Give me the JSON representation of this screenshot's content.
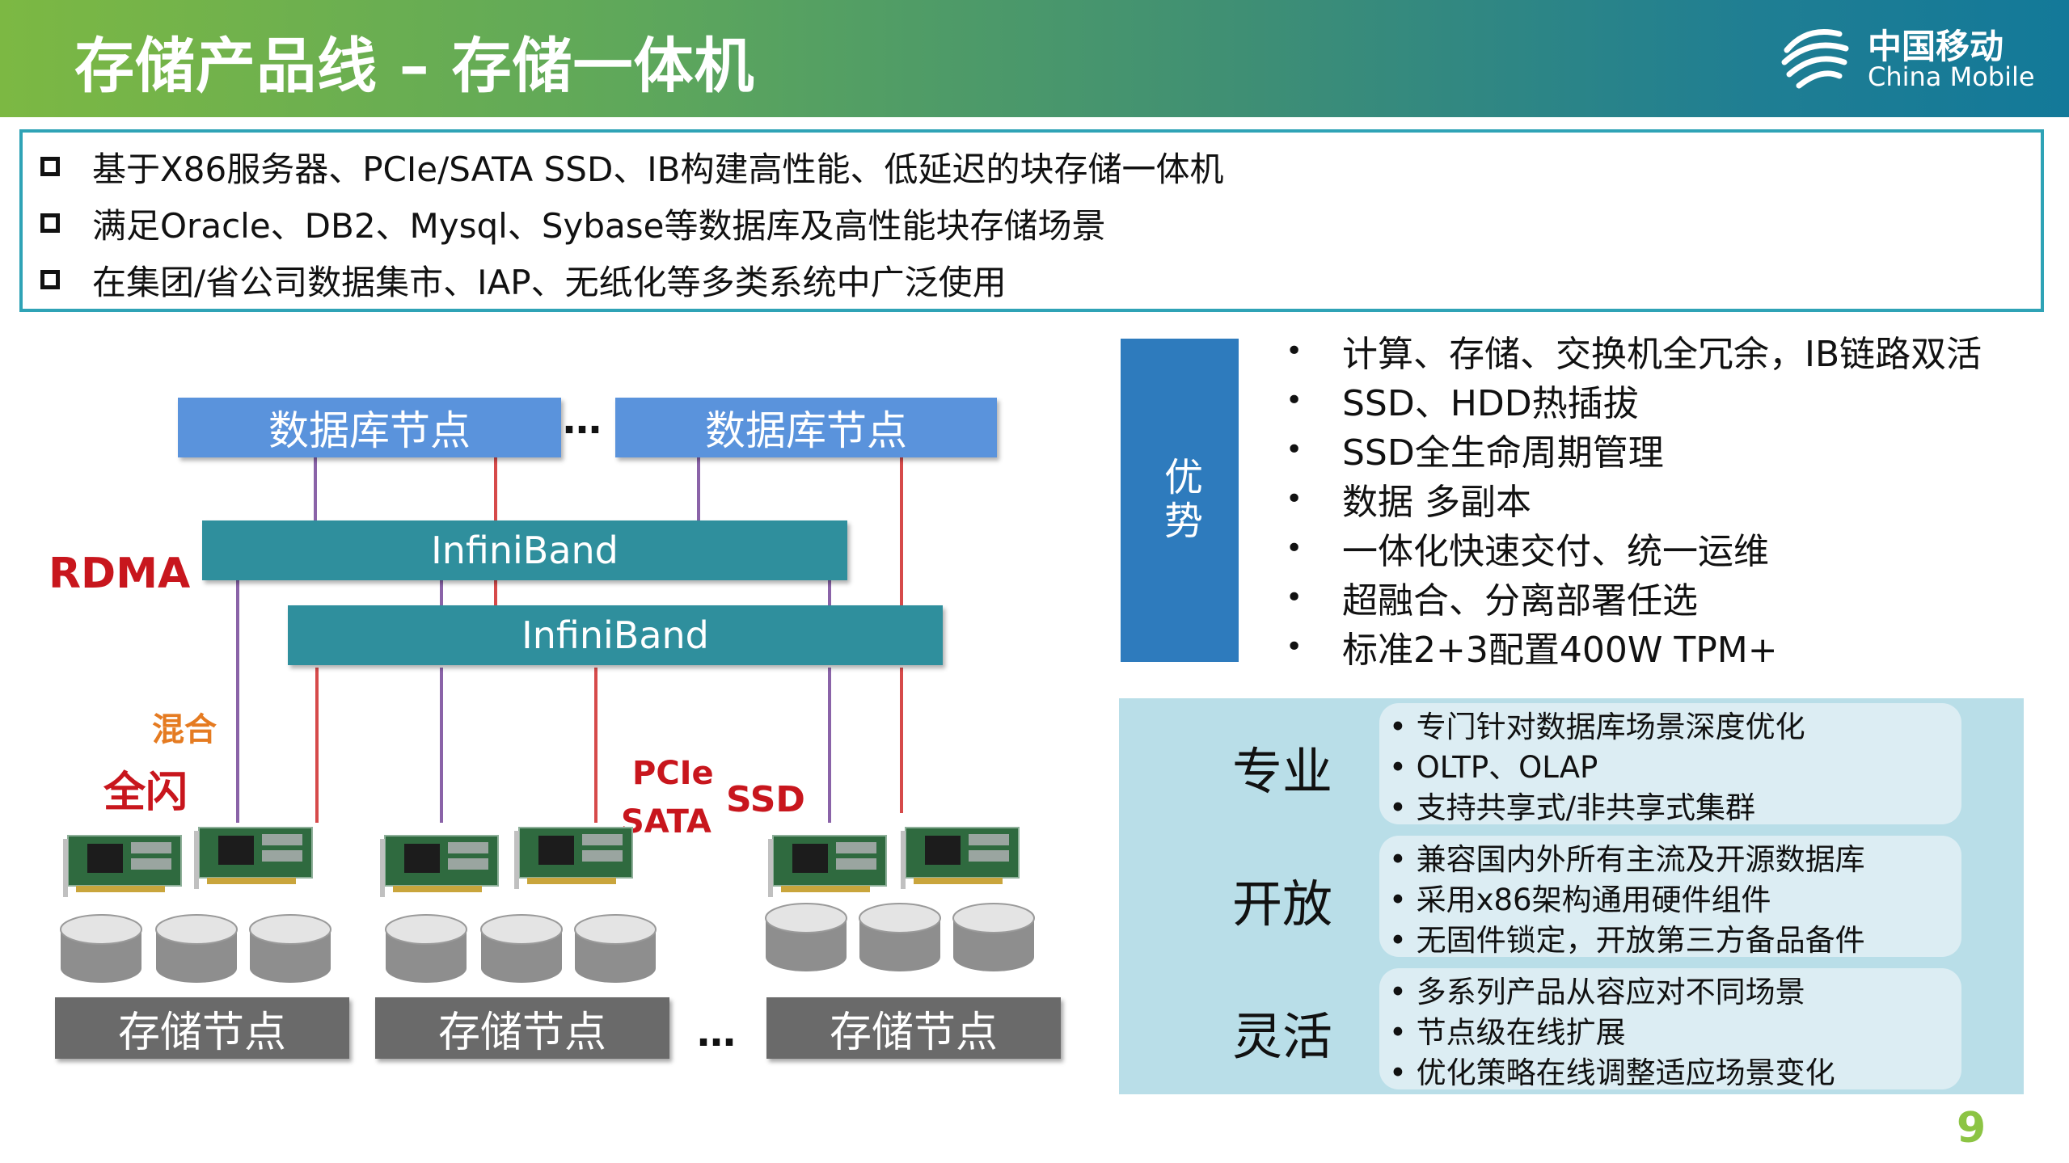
{
  "header": {
    "title": "存储产品线 – 存储一体机",
    "logo_cn": "中国移动",
    "logo_en": "China Mobile"
  },
  "intro": {
    "items": [
      "基于X86服务器、PCIe/SATA SSD、IB构建高性能、低延迟的块存储一体机",
      "满足Oracle、DB2、Mysql、Sybase等数据库及高性能块存储场景",
      "在集团/省公司数据集市、IAP、无纸化等多类系统中广泛使用"
    ]
  },
  "diagram": {
    "db_nodes": [
      "数据库节点",
      "数据库节点"
    ],
    "ellipsis": "…",
    "ib_bars": [
      "InfiniBand",
      "InfiniBand"
    ],
    "rdma": "RDMA",
    "mix": "混合",
    "all_flash": "全闪",
    "pcie": "PCIe",
    "sata": "SATA",
    "ssd": "SSD",
    "storage_nodes": [
      "存储节点",
      "存储节点",
      "存储节点"
    ],
    "colors": {
      "db": "#5a93dc",
      "ib": "#2f8f9d",
      "storage": "#6a6a6a",
      "line_purple": "#8a63a8",
      "line_red": "#d64a4a"
    }
  },
  "advantages": {
    "label": "优势",
    "bullet": "•",
    "items": [
      "计算、存储、交换机全冗余，IB链路双活",
      "SSD、HDD热插拔",
      "SSD全生命周期管理",
      "数据 多副本",
      "一体化快速交付、统一运维",
      "超融合、分离部署任选",
      "标准2+3配置400W TPM+"
    ]
  },
  "features": [
    {
      "category": "专业",
      "lines": [
        "• 专门针对数据库场景深度优化",
        "• OLTP、OLAP",
        "• 支持共享式/非共享式集群"
      ]
    },
    {
      "category": "开放",
      "lines": [
        "• 兼容国内外所有主流及开源数据库",
        "• 采用x86架构通用硬件组件",
        "• 无固件锁定，开放第三方备品备件"
      ]
    },
    {
      "category": "灵活",
      "lines": [
        "• 多系列产品从容应对不同场景",
        "• 节点级在线扩展",
        "• 优化策略在线调整适应场景变化"
      ]
    }
  ],
  "page_number": "9"
}
